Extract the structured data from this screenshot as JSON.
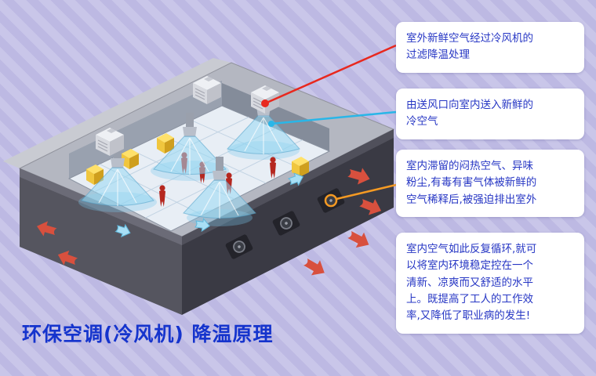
{
  "title": "环保空调(冷风机) 降温原理",
  "colors": {
    "title_text": "#1534cd",
    "callout_text": "#2636c4",
    "line_intake": "#e8281e",
    "line_supply": "#29b6e8",
    "line_exhaust": "#f59a23",
    "background_base": "#c9c6e9",
    "background_stripe": "#bdb9e3"
  },
  "callouts": [
    {
      "id": "fresh-air-intake",
      "text": "室外新鲜空气经过冷风机的\n过滤降温处理"
    },
    {
      "id": "cold-air-supply",
      "text": "由送风口向室内送入新鲜的\n冷空气"
    },
    {
      "id": "exhaust",
      "text": "室内滞留的闷热空气、异味\n粉尘,有毒有害气体被新鲜的\n空气稀释后,被强迫排出室外"
    },
    {
      "id": "circulation",
      "text": "室内空气如此反复循环,就可\n以将室内环境稳定控在一个\n清新、凉爽而又舒适的水平\n上。既提高了工人的工作效\n率,又降低了职业病的发生!"
    }
  ]
}
